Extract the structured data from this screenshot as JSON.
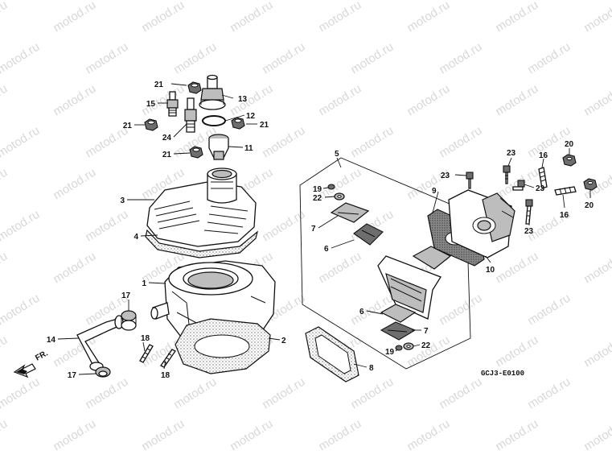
{
  "watermark": "motod.ru",
  "diagram_code": "GCJ3-E0100",
  "front_marker": "FR.",
  "callouts": {
    "c1": "1",
    "c2": "2",
    "c3": "3",
    "c4": "4",
    "c5": "5",
    "c6a": "6",
    "c6b": "6",
    "c7a": "7",
    "c7b": "7",
    "c8": "8",
    "c9": "9",
    "c10": "10",
    "c11": "11",
    "c12": "12",
    "c13": "13",
    "c14": "14",
    "c15": "15",
    "c16a": "16",
    "c16b": "16",
    "c17a": "17",
    "c17b": "17",
    "c18a": "18",
    "c18b": "18",
    "c19a": "19",
    "c19b": "19",
    "c20a": "20",
    "c20b": "20",
    "c21a": "21",
    "c21b": "21",
    "c21c": "21",
    "c21d": "21",
    "c22a": "22",
    "c22b": "22",
    "c23a": "23",
    "c23b": "23",
    "c23c": "23",
    "c23d": "23",
    "c24": "24"
  }
}
